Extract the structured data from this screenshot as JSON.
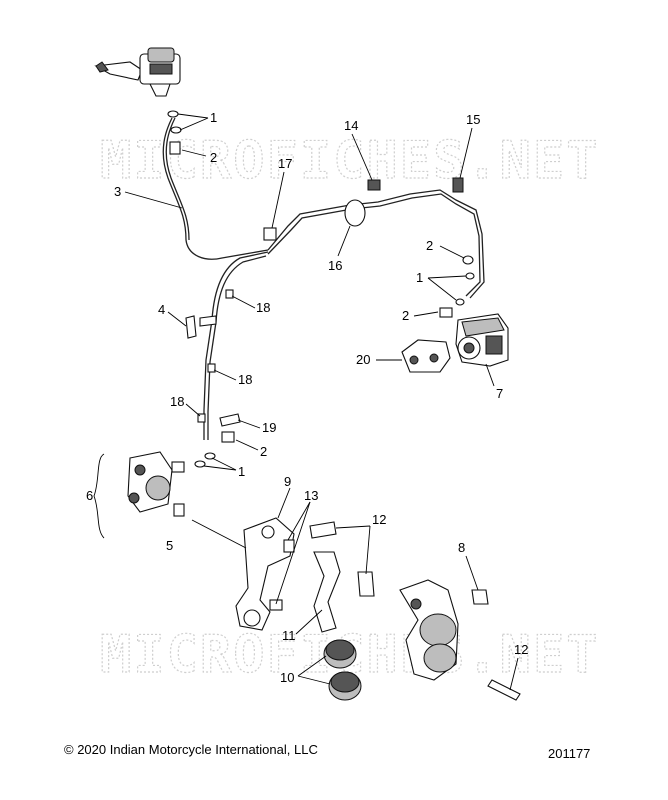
{
  "watermark": {
    "text": "MICROFICHES.NET"
  },
  "callouts": [
    {
      "id": "c1a",
      "label": "1"
    },
    {
      "id": "c2a",
      "label": "2"
    },
    {
      "id": "c3",
      "label": "3"
    },
    {
      "id": "c14",
      "label": "14"
    },
    {
      "id": "c15",
      "label": "15"
    },
    {
      "id": "c17",
      "label": "17"
    },
    {
      "id": "c16",
      "label": "16"
    },
    {
      "id": "c2b",
      "label": "2"
    },
    {
      "id": "c1b",
      "label": "1"
    },
    {
      "id": "c2c",
      "label": "2"
    },
    {
      "id": "c4",
      "label": "4"
    },
    {
      "id": "c18a",
      "label": "18"
    },
    {
      "id": "c20",
      "label": "20"
    },
    {
      "id": "c7",
      "label": "7"
    },
    {
      "id": "c18b",
      "label": "18"
    },
    {
      "id": "c18c",
      "label": "18"
    },
    {
      "id": "c19",
      "label": "19"
    },
    {
      "id": "c2d",
      "label": "2"
    },
    {
      "id": "c1c",
      "label": "1"
    },
    {
      "id": "c6",
      "label": "6"
    },
    {
      "id": "c9",
      "label": "9"
    },
    {
      "id": "c13",
      "label": "13"
    },
    {
      "id": "c12a",
      "label": "12"
    },
    {
      "id": "c5",
      "label": "5"
    },
    {
      "id": "c8",
      "label": "8"
    },
    {
      "id": "c11",
      "label": "11"
    },
    {
      "id": "c12b",
      "label": "12"
    },
    {
      "id": "c10",
      "label": "10"
    }
  ],
  "footer": {
    "copyright": "© 2020 Indian Motorcycle International, LLC",
    "ref_number": "201177"
  },
  "colors": {
    "line": "#000000",
    "watermark": "#cfcfcf",
    "background": "#ffffff"
  }
}
